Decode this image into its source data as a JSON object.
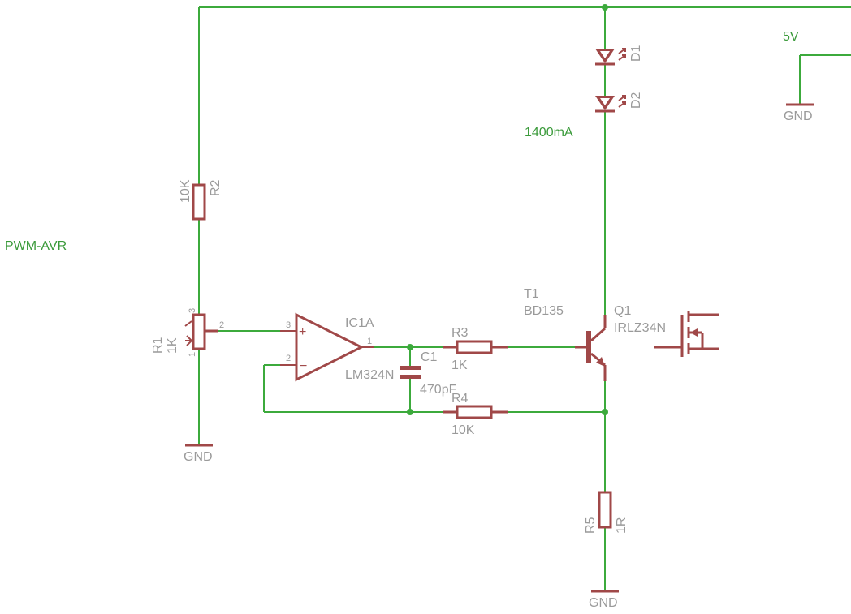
{
  "net_labels": {
    "pwm": "PWM-AVR",
    "vcc": "5V",
    "current": "1400mA"
  },
  "ground": {
    "label": "GND"
  },
  "components": {
    "r1": {
      "name": "R1",
      "value": "1K",
      "pins": [
        "3",
        "2",
        "1"
      ]
    },
    "r2": {
      "name": "R2",
      "value": "10K"
    },
    "r3": {
      "name": "R3",
      "value": "1K"
    },
    "r4": {
      "name": "R4",
      "value": "10K"
    },
    "r5": {
      "name": "R5",
      "value": "1R"
    },
    "c1": {
      "name": "C1",
      "value": "470pF"
    },
    "ic1a": {
      "name": "IC1A",
      "value": "LM324N",
      "pins": [
        "3",
        "2",
        "1"
      ]
    },
    "t1": {
      "name": "T1",
      "value": "BD135"
    },
    "q1": {
      "name": "Q1",
      "value": "IRLZ34N"
    },
    "d1": {
      "name": "D1"
    },
    "d2": {
      "name": "D2"
    }
  },
  "colors": {
    "wire": "#3caa3c",
    "symbol": "#a04848",
    "label": "#9a9a9a",
    "net_label": "#3a9a3a"
  }
}
